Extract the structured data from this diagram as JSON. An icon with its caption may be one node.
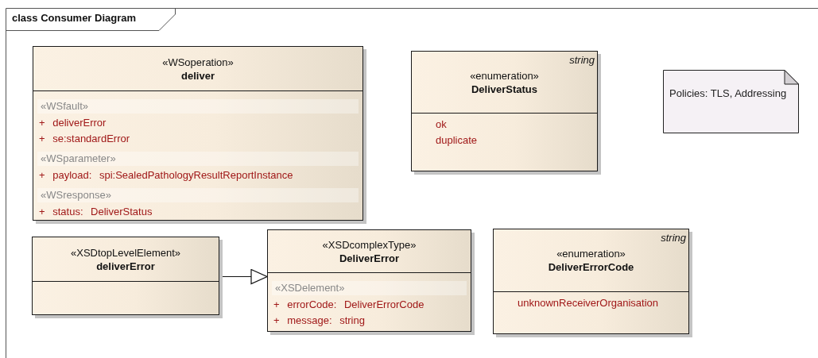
{
  "diagram": {
    "title": "class Consumer Diagram",
    "nodes": [
      {
        "text": [
          "«WSoperation»",
          "deliver",
          "«WSfault»",
          "+ deliverError",
          "+ se:standardError",
          "«WSparameter»",
          "+ payload: spi:SealedPathologyResultReportInstance",
          "«WSresponse»",
          "+ status: DeliverStatus"
        ]
      },
      {
        "text": [
          "string",
          "«enumeration»",
          "DeliverStatus",
          "ok",
          "duplicate"
        ]
      },
      {
        "text": [
          "Policies: TLS, Addressing"
        ]
      },
      {
        "text": [
          "«XSDtopLevelElement»",
          "deliverError"
        ]
      },
      {
        "text": [
          "«XSDcomplexType»",
          "DeliverError",
          "«XSDelement»",
          "+ errorCode: DeliverErrorCode",
          "+ message: string"
        ]
      },
      {
        "text": [
          "string",
          "«enumeration»",
          "DeliverErrorCode",
          "unknownReceiverOrganisation"
        ]
      }
    ],
    "edges": [
      {
        "from": 3,
        "to": 4,
        "arrow": "to"
      }
    ]
  }
}
